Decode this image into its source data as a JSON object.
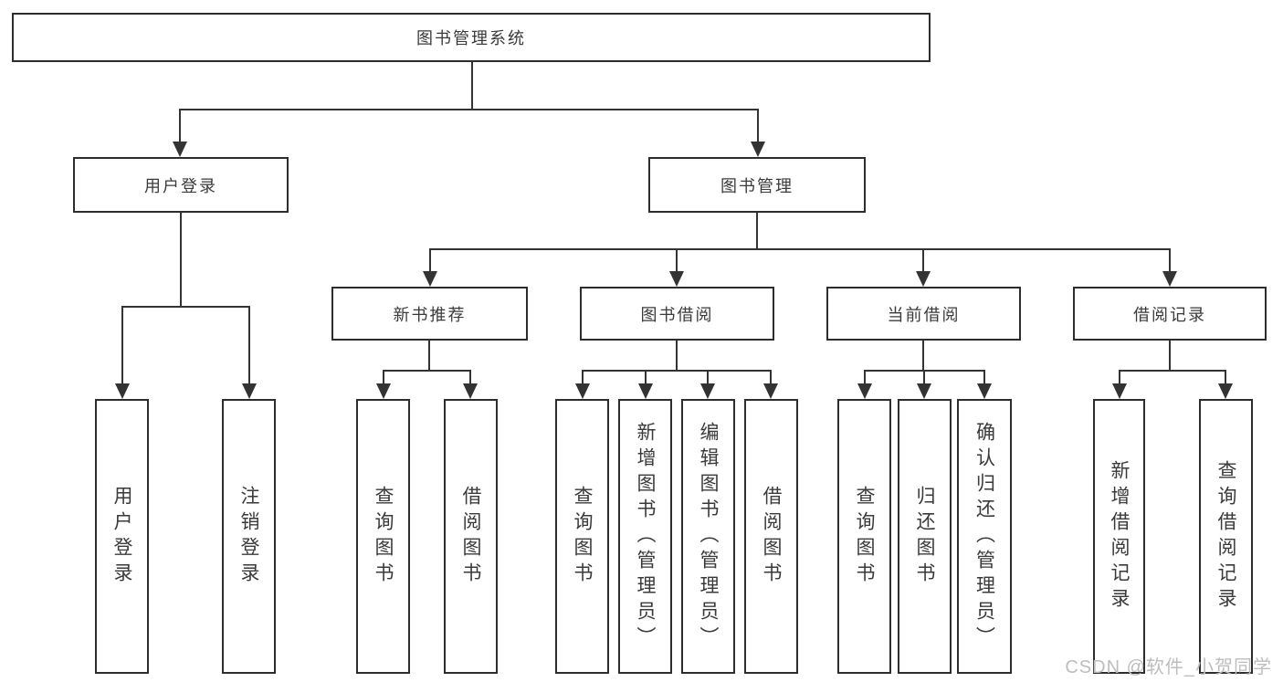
{
  "page": {
    "watermark": "CSDN @软件_小贺同学"
  },
  "colors": {
    "line": "#333333",
    "box_border": "#2d2d2d",
    "text": "#3a3a3a",
    "watermark": "#bdbdbd",
    "background": "#ffffff"
  },
  "tree": {
    "root": {
      "label": "图书管理系统"
    },
    "user_login": {
      "label": "用户登录",
      "children": [
        {
          "label": "用户登录"
        },
        {
          "label": "注销登录"
        }
      ]
    },
    "book_mgmt": {
      "label": "图书管理",
      "children": [
        {
          "label": "新书推荐",
          "children": [
            {
              "label": "查询图书"
            },
            {
              "label": "借阅图书"
            }
          ]
        },
        {
          "label": "图书借阅",
          "children": [
            {
              "label": "查询图书"
            },
            {
              "label": "新增图书（管理员）"
            },
            {
              "label": "编辑图书（管理员）"
            },
            {
              "label": "借阅图书"
            }
          ]
        },
        {
          "label": "当前借阅",
          "children": [
            {
              "label": "查询图书"
            },
            {
              "label": "归还图书"
            },
            {
              "label": "确认归还（管理员）"
            }
          ]
        },
        {
          "label": "借阅记录",
          "children": [
            {
              "label": "新增借阅记录"
            },
            {
              "label": "查询借阅记录"
            }
          ]
        }
      ]
    }
  }
}
